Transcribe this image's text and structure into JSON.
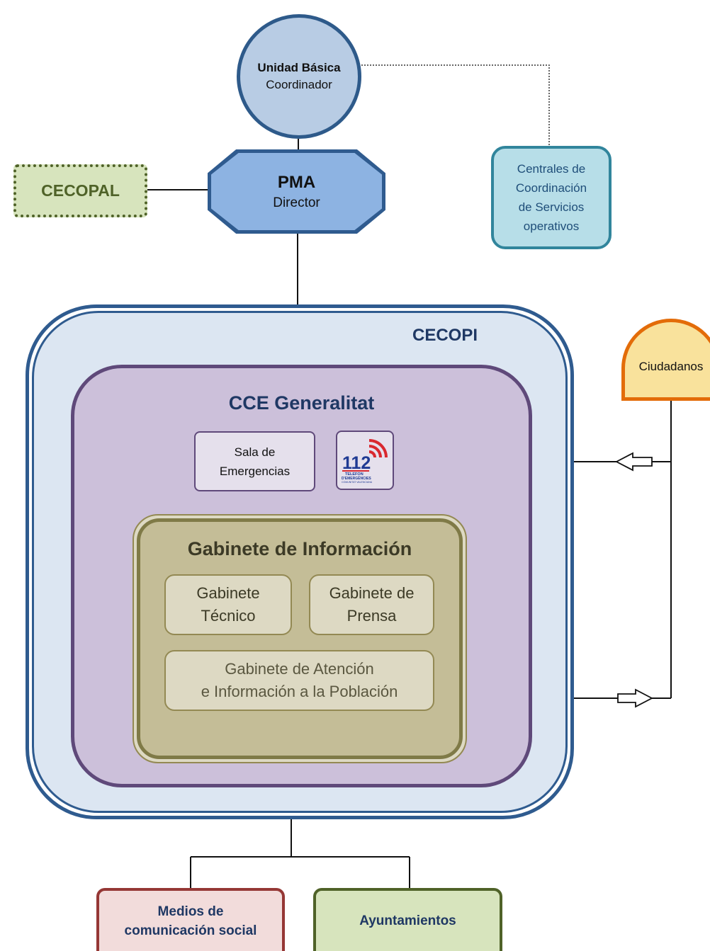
{
  "unidad_basica": {
    "title": "Unidad Básica",
    "role": "Coordinador"
  },
  "pma": {
    "title": "PMA",
    "role": "Director"
  },
  "cecopal": {
    "label": "CECOPAL"
  },
  "centrales": {
    "line1": "Centrales de",
    "line2": "Coordinación",
    "line3": "de Servicios",
    "line4": "operativos"
  },
  "cecopi": {
    "label": "CECOPI"
  },
  "cce": {
    "label": "CCE Generalitat"
  },
  "sala": {
    "line1": "Sala de",
    "line2": "Emergencias"
  },
  "logo_112": {
    "number": "112",
    "line1": "TELEFON",
    "line2": "D'EMERGÈNCIES",
    "line3": "COMUNITAT VALENCIANA"
  },
  "gabinete_informacion": {
    "label": "Gabinete de Información",
    "tecnico": {
      "line1": "Gabinete",
      "line2": "Técnico"
    },
    "prensa": {
      "line1": "Gabinete de",
      "line2": "Prensa"
    },
    "atencion": {
      "line1": "Gabinete de Atención",
      "line2": "e Información a la Población"
    }
  },
  "ciudadanos": {
    "label": "Ciudadanos"
  },
  "medios": {
    "line1": "Medios de",
    "line2": "comunicación social"
  },
  "ayuntamientos": {
    "label": "Ayuntamientos"
  },
  "colors": {
    "blue_dark": "#2f5b8f",
    "purple": "#5f497a",
    "olive": "#7f7a47",
    "orange": "#e36c09",
    "red": "#953735",
    "green": "#4f6228",
    "teal": "#31859c"
  }
}
